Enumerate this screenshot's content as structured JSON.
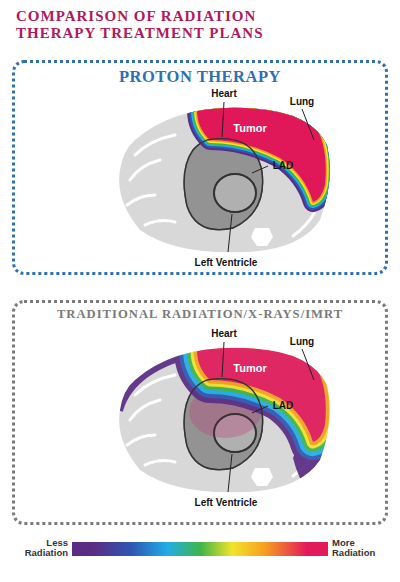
{
  "diagram": {
    "title": "COMPARISON OF RADIATION THERAPY TREATMENT PLANS",
    "nodes": [
      {
        "text": [
          "PROTON THERAPY"
        ]
      },
      {
        "text": [
          "TRADITIONAL RADIATION/X-RAYS/IMRT"
        ]
      }
    ],
    "labels": [
      "Heart",
      "Lung",
      "Tumor",
      "LAD",
      "Left Ventricle",
      "Heart",
      "Lung",
      "Tumor",
      "LAD",
      "Left Ventricle"
    ],
    "legend": [
      {
        "text": "Less Radiation",
        "color": "#5b2c83"
      },
      {
        "text": "More Radiation",
        "color": "#e3195b"
      }
    ]
  }
}
